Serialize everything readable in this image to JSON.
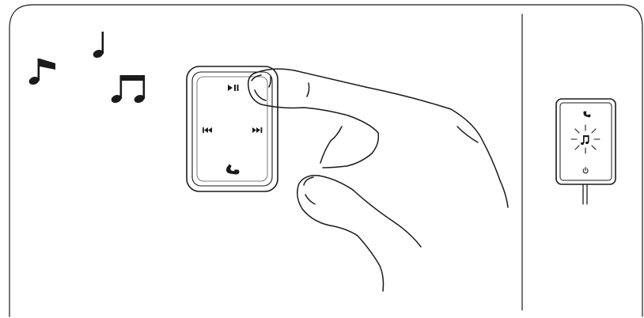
{
  "figure": {
    "left_panel": {
      "music_notes": [
        "eighth-note-icon",
        "quarter-note-icon",
        "beamed-eighth-notes-icon"
      ],
      "remote": {
        "buttons": [
          {
            "name": "play-pause-button",
            "icon": "play-pause-icon",
            "pressed": true
          },
          {
            "name": "previous-track-button",
            "icon": "previous-track-icon"
          },
          {
            "name": "next-track-button",
            "icon": "next-track-icon"
          },
          {
            "name": "call-button",
            "icon": "phone-handset-icon"
          }
        ]
      },
      "hand": {
        "action": "press",
        "target": "play-pause-button"
      }
    },
    "right_panel": {
      "receiver": {
        "indicators": [
          {
            "name": "phone-indicator",
            "icon": "phone-handset-icon",
            "lit": false
          },
          {
            "name": "music-indicator",
            "icon": "music-note-icon",
            "lit": true
          },
          {
            "name": "power-indicator",
            "icon": "power-icon",
            "lit": false
          }
        ]
      }
    }
  }
}
